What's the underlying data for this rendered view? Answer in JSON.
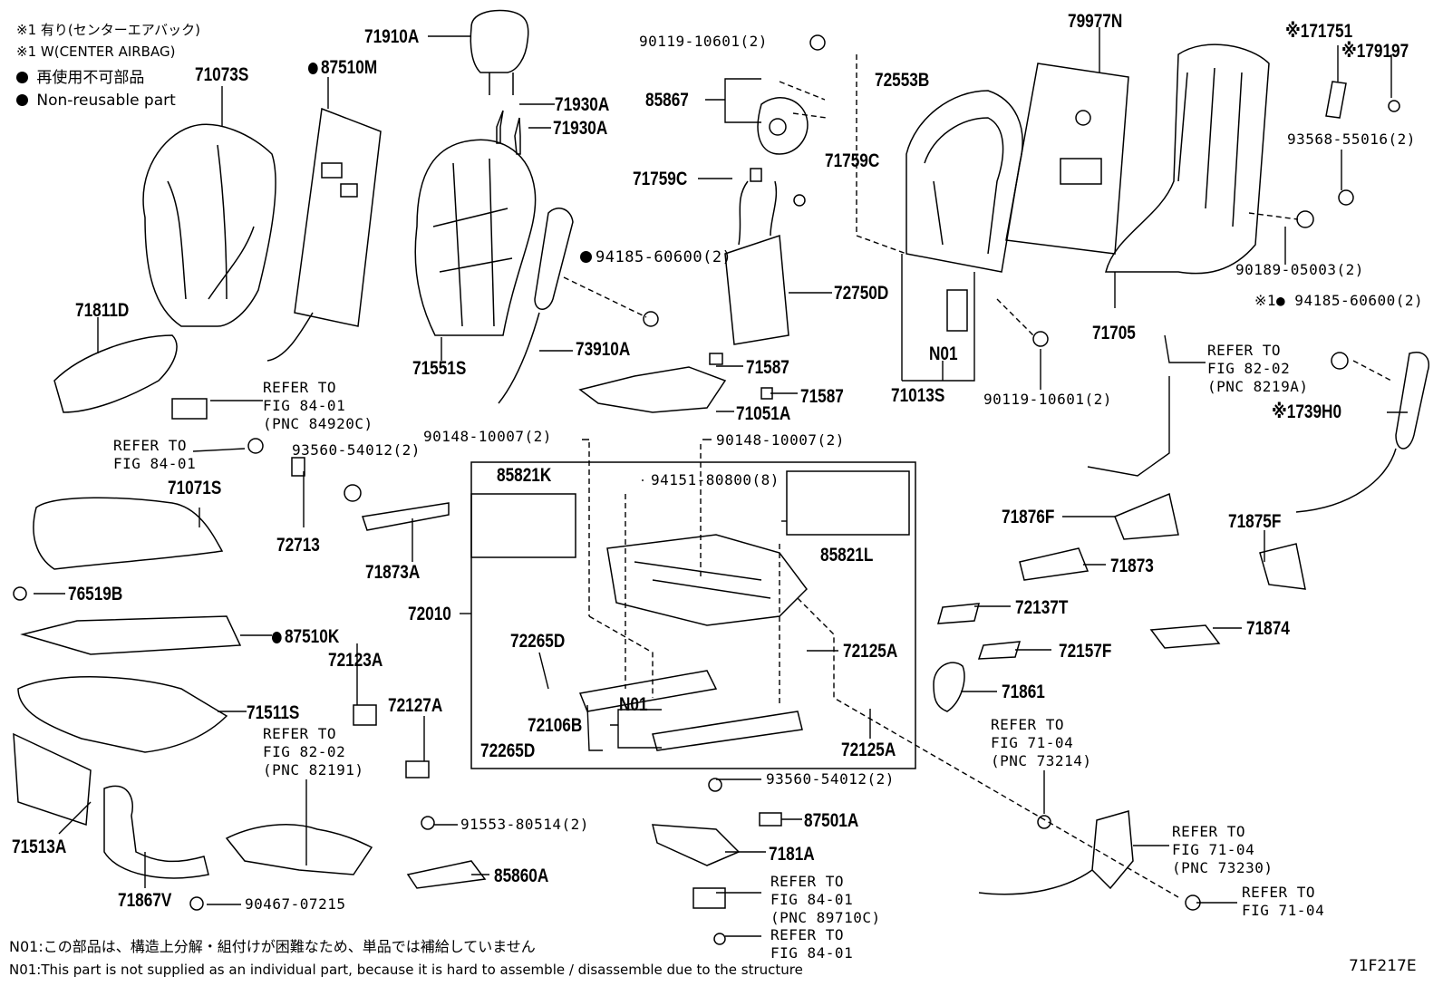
{
  "legend": {
    "line1": "※1 有り(センターエアバック)",
    "line2": "※1 W(CENTER AIRBAG)",
    "line3": "再使用不可部品",
    "line4": "Non-reusable part"
  },
  "footnotes": {
    "jp": "N01:この部品は、構造上分解・組付けが困難なため、単品では補給していません",
    "en": "N01:This part is not supplied as an individual part, because it is hard to assemble / disassemble due to the structure"
  },
  "figure_id": "71F217E",
  "parts": {
    "p71073S": "71073S",
    "p87510M": "87510M",
    "p71910A": "71910A",
    "p71930A_1": "71930A",
    "p71930A_2": "71930A",
    "p71551S": "71551S",
    "p71811D": "71811D",
    "p73910A": "73910A",
    "p94185_1": "94185-60600(2)",
    "p90119_top": "90119-10601(2)",
    "p85867": "85867",
    "p72553B": "72553B",
    "p71759C_1": "71759C",
    "p71759C_2": "71759C",
    "p72750D": "72750D",
    "p71587_1": "71587",
    "p71587_2": "71587",
    "p71051A": "71051A",
    "p79977N": "79977N",
    "p71013S": "71013S",
    "pN01_1": "N01",
    "p90119_mid": "90119-10601(2)",
    "p71751": "※171751",
    "p79197": "※179197",
    "p93568": "93568-55016(2)",
    "p90189": "90189-05003(2)",
    "p71705": "71705",
    "p94185_2": "※1● 94185-60600(2)",
    "p739H0": "※1739H0",
    "p71071S": "71071S",
    "p76519B": "76519B",
    "p87510K": "87510K",
    "p72713": "72713",
    "p93560_1": "93560-54012(2)",
    "p71873A": "71873A",
    "p90148_1": "90148-10007(2)",
    "p90148_2": "90148-10007(2)",
    "p85821K": "85821K",
    "p94151": "94151-80800(8)",
    "p85821L": "85821L",
    "p72010": "72010",
    "p72265D_1": "72265D",
    "p72265D_2": "72265D",
    "p72106B": "72106B",
    "pN01_2": "N01",
    "p72125A_1": "72125A",
    "p72125A_2": "72125A",
    "p72123A": "72123A",
    "p72127A": "72127A",
    "p71511S": "71511S",
    "p71513A": "71513A",
    "p71867V": "71867V",
    "p90467": "90467-07215",
    "p91553": "91553-80514(2)",
    "p85860A": "85860A",
    "p93560_2": "93560-54012(2)",
    "p87501A": "87501A",
    "p7181A": "7181A",
    "p71876F": "71876F",
    "p71873": "71873",
    "p71875F": "71875F",
    "p72137T": "72137T",
    "p72157F": "72157F",
    "p71874": "71874",
    "p71861": "71861"
  },
  "refs": {
    "r1": "REFER TO\nFIG 84-01\n(PNC 84920C)",
    "r2": "REFER TO\nFIG 84-01",
    "r3": "REFER TO\nFIG 82-02\n(PNC 82191)",
    "r4": "REFER TO\nFIG 82-02\n(PNC 8219A)",
    "r5": "REFER TO\nFIG 71-04\n(PNC 73214)",
    "r6": "REFER TO\nFIG 71-04\n(PNC 73230)",
    "r7": "REFER TO\nFIG 71-04",
    "r8": "REFER TO\nFIG 84-01\n(PNC 89710C)",
    "r9": "REFER TO\nFIG 84-01"
  }
}
